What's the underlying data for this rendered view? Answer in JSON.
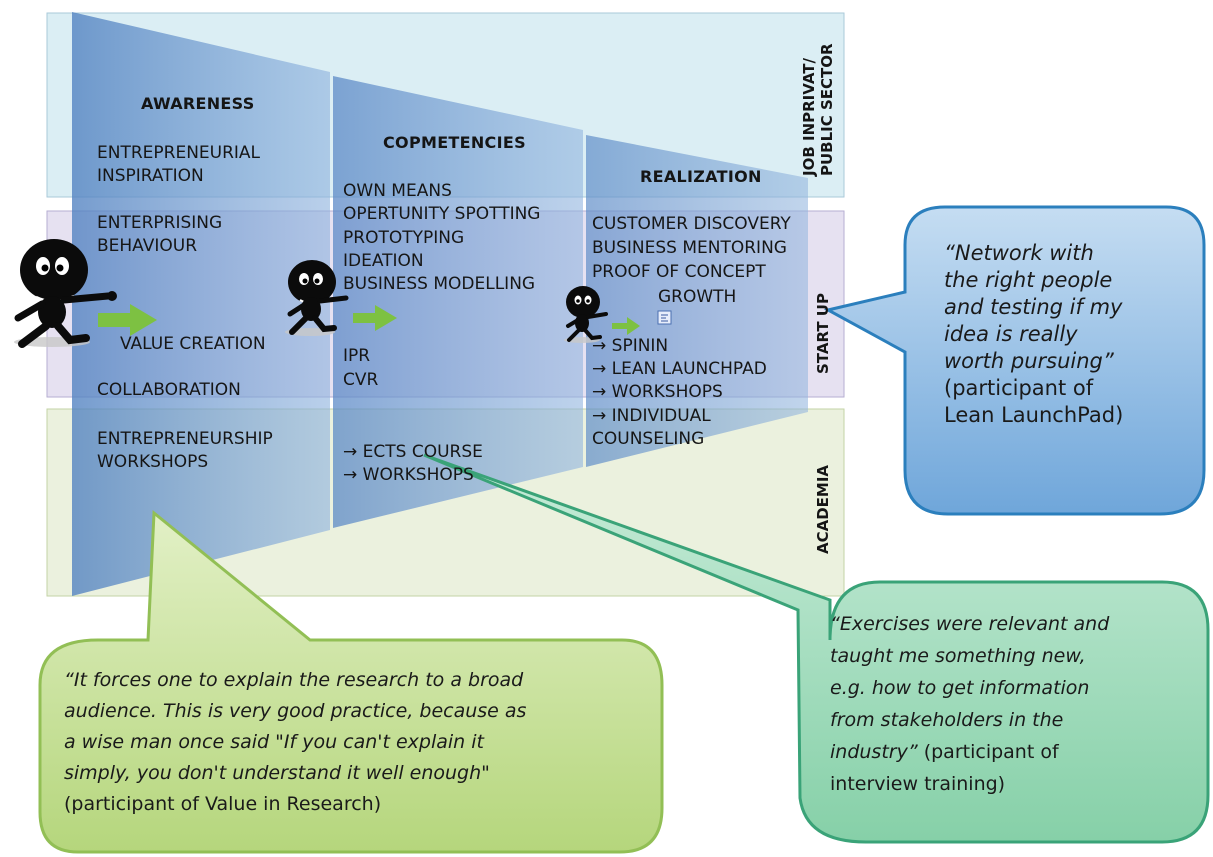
{
  "rows": {
    "job": "JOB INPRIVAT/ PUBLIC SECTOR",
    "job_line1": "JOB INPRIVAT/",
    "job_line2": "PUBLIC SECTOR",
    "startup": "START UP",
    "academia": "ACADEMIA"
  },
  "stages": {
    "awareness": {
      "title": "AWARENESS",
      "items": [
        "ENTREPRENEURIAL",
        "INSPIRATION",
        "ENTERPRISING",
        "BEHAVIOUR",
        "VALUE CREATION",
        "COLLABORATION",
        "ENTREPRENEURSHIP",
        "WORKSHOPS"
      ]
    },
    "competencies": {
      "title": "COPMETENCIES",
      "items": [
        "OWN MEANS",
        "OPERTUNITY SPOTTING",
        "PROTOTYPING",
        "IDEATION",
        "BUSINESS MODELLING",
        "IPR",
        "CVR",
        "→ ECTS COURSE",
        "→ WORKSHOPS"
      ]
    },
    "realization": {
      "title": "REALIZATION",
      "items": [
        "CUSTOMER DISCOVERY",
        "BUSINESS MENTORING",
        "PROOF OF CONCEPT",
        "GROWTH",
        "→ SPININ",
        "→ LEAN LAUNCHPAD",
        "→ WORKSHOPS",
        "→ INDIVIDUAL",
        "COUNSELING"
      ]
    }
  },
  "quotes": {
    "network": {
      "italic": [
        "“Network with",
        "the right people",
        "and testing if my",
        "idea is really",
        "worth pursuing”"
      ],
      "plain": [
        "(participant of",
        "Lean LaunchPad)"
      ]
    },
    "exercises": {
      "italic": [
        "“Exercises were relevant and",
        "taught me something new,",
        "e.g. how to get information",
        "from stakeholders in the"
      ],
      "mixed_italic": "industry”",
      "mixed_plain": " (participant of",
      "plain": "interview training)"
    },
    "research": {
      "italic": [
        "“It forces one to explain the research to a broad",
        "audience. This is very good practice, because as",
        "a wise man once said \"If you can't explain it",
        "simply, you don't understand it well enough\""
      ],
      "plain": "(participant  of Value in Research)"
    }
  },
  "colors": {
    "job_band": "#dbeef4",
    "startup_band": "#e4dff0",
    "academia_band": "#ebf1de",
    "funnel": "#5f8fcc",
    "arrow": "#7dc142",
    "bubble_blue": "#7fb3df",
    "bubble_teal": "#a3dcc0",
    "bubble_green": "#c9e39b"
  },
  "icons": [
    "character-icon",
    "arrow-right-icon",
    "small-note-icon"
  ]
}
